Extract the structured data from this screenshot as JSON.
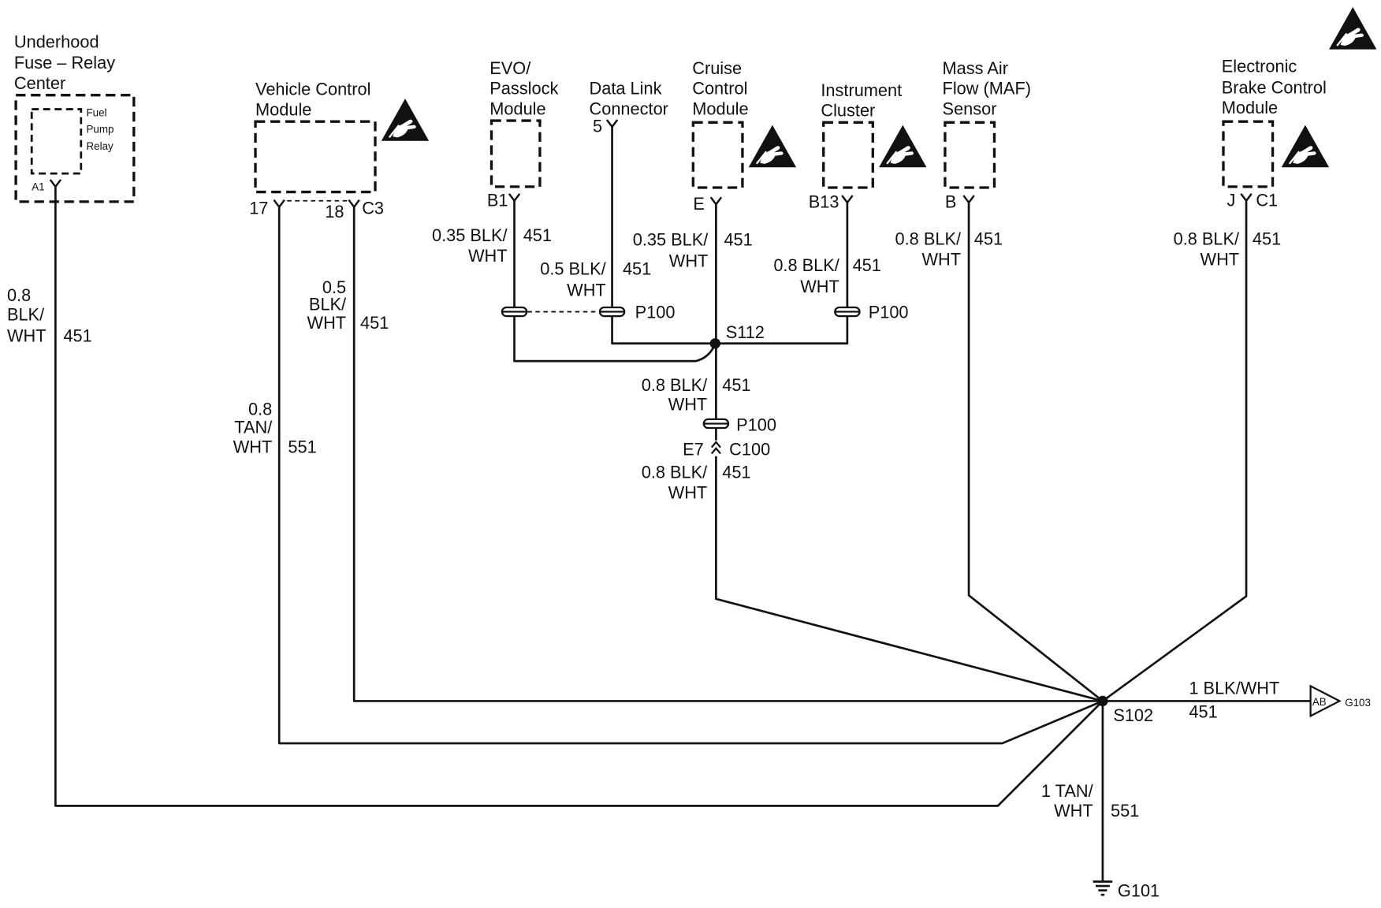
{
  "style": {
    "line_color": "#111111",
    "background": "#ffffff"
  },
  "icons": {
    "esd": "esd-sensitive-icon",
    "pin": "pin-fork-icon",
    "inline_connector": "inline-connector-icon",
    "splice": "splice-dot",
    "ground": "ground-icon",
    "ground_ref": "ground-reference-arrow"
  },
  "components": {
    "fuse_relay_center": {
      "name": [
        "Underhood",
        "Fuse – Relay",
        "Center"
      ],
      "relay": [
        "Fuel",
        "Pump",
        "Relay"
      ],
      "pin": "A1"
    },
    "vehicle_control_module": {
      "name": [
        "Vehicle Control",
        "Module"
      ],
      "pin_a": "17",
      "pin_b": "18",
      "connector": "C3"
    },
    "evo_passlock_module": {
      "name": [
        "EVO/",
        "Passlock",
        "Module"
      ],
      "pin": "B1"
    },
    "data_link_connector": {
      "name": [
        "Data Link",
        "Connector"
      ],
      "pin": "5"
    },
    "cruise_control_module": {
      "name": [
        "Cruise",
        "Control",
        "Module"
      ],
      "pin": "E"
    },
    "instrument_cluster": {
      "name": [
        "Instrument",
        "Cluster"
      ],
      "pin": "B13"
    },
    "maf_sensor": {
      "name": [
        "Mass Air",
        "Flow (MAF)",
        "Sensor"
      ],
      "pin": "B"
    },
    "electronic_brake_control_module": {
      "name": [
        "Electronic",
        "Brake Control",
        "Module"
      ],
      "pin": "J",
      "connector": "C1"
    }
  },
  "wires": {
    "fuse_relay_center": {
      "lines": [
        "0.8",
        "BLK/",
        "WHT"
      ],
      "circuit": "451"
    },
    "vcm_pin_17": {
      "lines": [
        "0.8",
        "TAN/",
        "WHT"
      ],
      "circuit": "551"
    },
    "vcm_pin_18": {
      "lines": [
        "0.5",
        "BLK/",
        "WHT"
      ],
      "circuit": "451"
    },
    "evo_passlock": {
      "lines": [
        "0.35 BLK/",
        "WHT"
      ],
      "circuit": "451"
    },
    "data_link": {
      "lines": [
        "0.5 BLK/",
        "WHT"
      ],
      "circuit": "451"
    },
    "cruise_control": {
      "lines": [
        "0.35 BLK/",
        "WHT"
      ],
      "circuit": "451"
    },
    "instrument_cluster": {
      "lines": [
        "0.8 BLK/",
        "WHT"
      ],
      "circuit": "451"
    },
    "s112_to_p100": {
      "lines": [
        "0.8 BLK/",
        "WHT"
      ],
      "circuit": "451"
    },
    "c100_to_s102": {
      "lines": [
        "0.8 BLK/",
        "WHT"
      ],
      "circuit": "451"
    },
    "maf_sensor": {
      "lines": [
        "0.8 BLK/",
        "WHT"
      ],
      "circuit": "451"
    },
    "ebcm": {
      "lines": [
        "0.8 BLK/",
        "WHT"
      ],
      "circuit": "451"
    },
    "s102_to_g103": {
      "lines": [
        "1 BLK/WHT"
      ],
      "circuit": "451"
    },
    "s102_to_g101": {
      "lines": [
        "1 TAN/",
        "WHT"
      ],
      "circuit": "551"
    }
  },
  "connectors": {
    "data_link_p100": "P100",
    "instrument_cluster_p100": "P100",
    "cruise_p100": "P100",
    "c100": {
      "pin": "E7",
      "name": "C100"
    }
  },
  "splices": {
    "s112": "S112",
    "s102": "S102"
  },
  "grounds": {
    "g103": {
      "page_ref": "AB",
      "name": "G103"
    },
    "g101": "G101"
  }
}
